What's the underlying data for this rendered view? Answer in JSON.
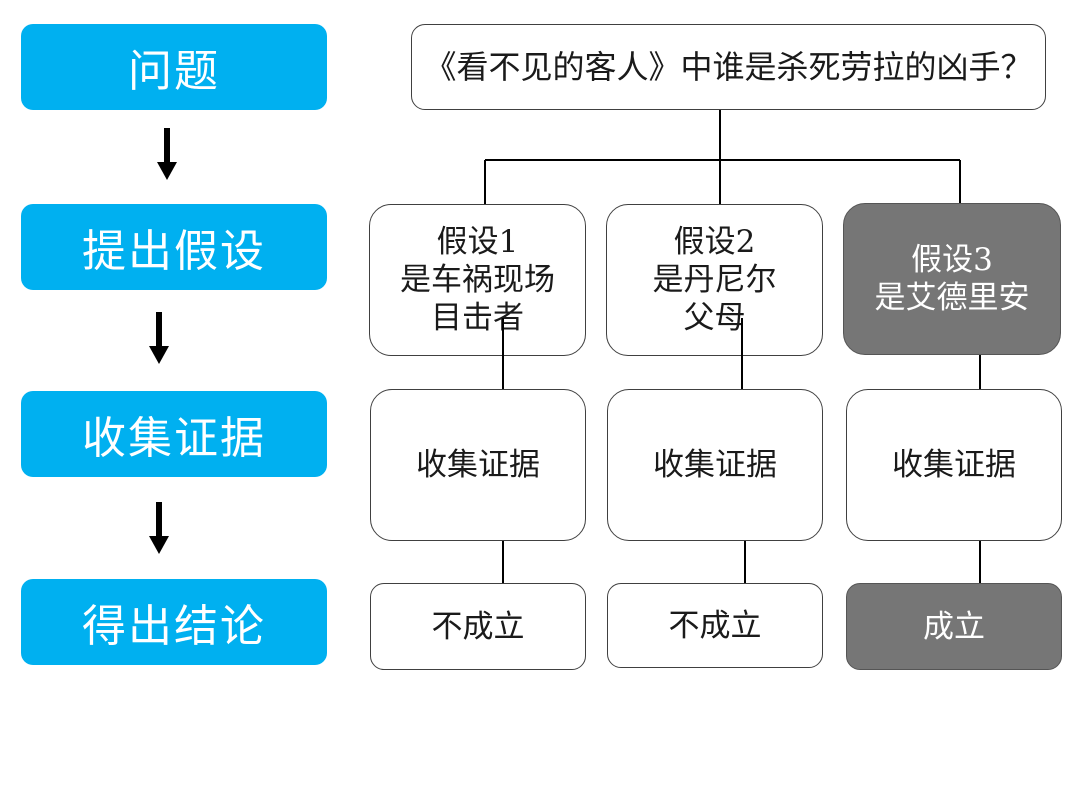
{
  "steps": [
    "问题",
    "提出假设",
    "收集证据",
    "得出结论"
  ],
  "question": "《看不见的客人》中谁是杀死劳拉的凶手？",
  "hypotheses": [
    {
      "title": "假设1",
      "lines": [
        "是车祸现场",
        "目击者"
      ],
      "evidence": "收集证据",
      "result": "不成立",
      "highlighted": false
    },
    {
      "title": "假设2",
      "lines": [
        "是丹尼尔",
        "父母"
      ],
      "evidence": "收集证据",
      "result": "不成立",
      "highlighted": false
    },
    {
      "title": "假设3",
      "lines": [
        "是艾德里安"
      ],
      "evidence": "收集证据",
      "result": "成立",
      "highlighted": true
    }
  ],
  "colors": {
    "step_bg": "#00b0f0",
    "highlight_bg": "#767676",
    "line": "#000000"
  }
}
